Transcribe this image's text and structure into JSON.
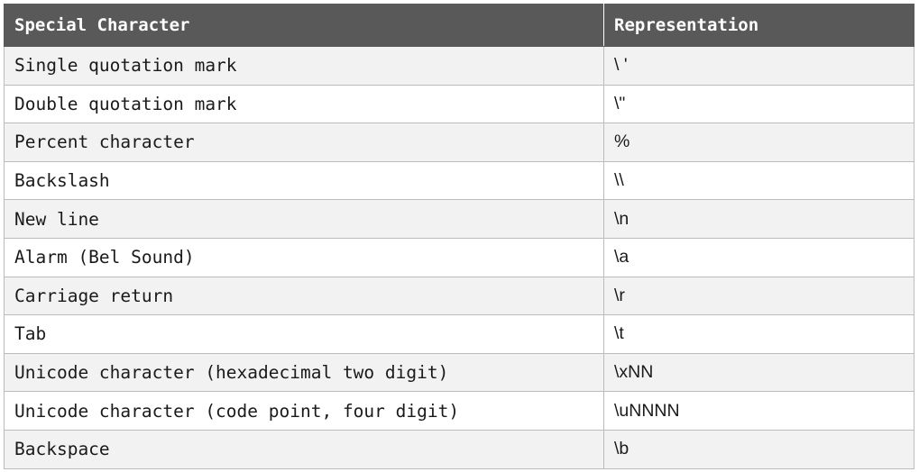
{
  "header": {
    "col1": "Special Character",
    "col2": "Representation"
  },
  "rows": [
    {
      "character": "Single quotation mark",
      "representation": "\\ '"
    },
    {
      "character": "Double quotation mark",
      "representation": "\\\""
    },
    {
      "character": "Percent character",
      "representation": "%"
    },
    {
      "character": "Backslash",
      "representation": "\\\\"
    },
    {
      "character": "New line",
      "representation": "\\n"
    },
    {
      "character": "Alarm (Bel Sound)",
      "representation": "\\a"
    },
    {
      "character": "Carriage return",
      "representation": "\\r"
    },
    {
      "character": "Tab",
      "representation": "\\t"
    },
    {
      "character": "Unicode character (hexadecimal two digit)",
      "representation": "\\xNN"
    },
    {
      "character": "Unicode character (code point, four digit)",
      "representation": "\\uNNNN"
    },
    {
      "character": "Backspace",
      "representation": "\\b"
    }
  ]
}
